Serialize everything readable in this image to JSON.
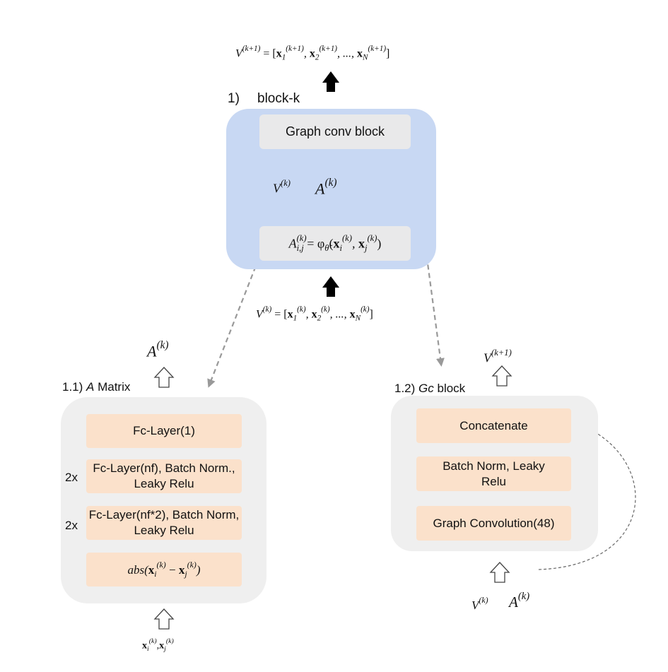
{
  "top_output": {
    "lhs": "V",
    "lhs_sup": "(k+1)",
    "eq": " = [",
    "x": "x",
    "s1": "1",
    "s2": "2",
    "sn": "N",
    "xsup": "(k+1)",
    "dots": ", ..., "
  },
  "block": {
    "number": "1)",
    "title": "block-k",
    "graph_conv": "Graph conv block",
    "v_label": "V",
    "v_sup": "(k)",
    "a_label": "A",
    "a_sup": "(k)",
    "formula": {
      "a": "A",
      "sub": "i,j",
      "sup": "(k)",
      "eq": " = φ",
      "phi_sub": "θ̃",
      "x": "x",
      "i": "i",
      "j": "j",
      "xsup": "(k)"
    }
  },
  "mid_input": {
    "lhs": "V",
    "lhs_sup": "(k)",
    "eq": " = [",
    "x": "x",
    "s1": "1",
    "s2": "2",
    "sn": "N",
    "xsup": "(k)",
    "dots": ", ..., "
  },
  "a_matrix": {
    "number": "1.1)",
    "italic": "A",
    "title": " Matrix",
    "output_label": "A",
    "output_sup": "(k)",
    "layers": [
      "Fc-Layer(1)",
      "Fc-Layer(nf), Batch Norm., Leaky Relu",
      "Fc-Layer(nf*2), Batch Norm, Leaky Relu"
    ],
    "repeat_labels": [
      "2x",
      "2x"
    ],
    "abs_formula": {
      "fn": "abs(",
      "x": "x",
      "i": "i",
      "j": "j",
      "sup": "(k)",
      "minus": " − ",
      "close": ")"
    },
    "input": {
      "x": "x",
      "i": "i",
      "j": "j",
      "sup": "(k)",
      "comma": ","
    }
  },
  "gc_block": {
    "number": "1.2)",
    "italic": "Gc",
    "title": " block",
    "output_label": "V",
    "output_sup": "(k+1)",
    "layers": [
      "Concatenate",
      "Batch Norm, Leaky Relu",
      "Graph Convolution(48)"
    ],
    "input_v": "V",
    "input_v_sup": "(k)",
    "input_a": "A",
    "input_a_sup": "(k)"
  },
  "colors": {
    "block_blue": "#c8d8f3",
    "panel_gray": "#efefef",
    "layer_peach": "#fbe1cb",
    "arrow_gray": "#999999"
  }
}
